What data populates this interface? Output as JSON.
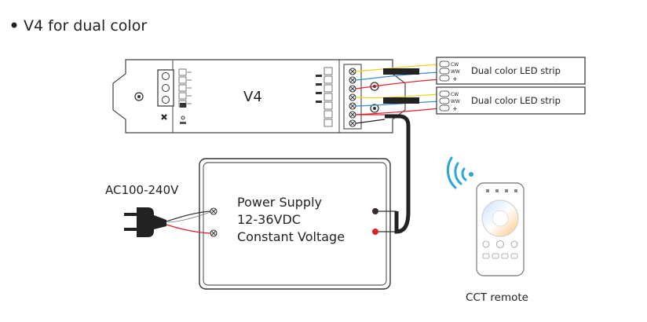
{
  "heading": "V4 for dual color",
  "controller": {
    "label": "V4"
  },
  "strip_1": {
    "label": "Dual color LED strip",
    "pins": [
      "CW",
      "WW",
      "+"
    ]
  },
  "strip_2": {
    "label": "Dual color LED strip",
    "pins": [
      "CW",
      "WW",
      "+"
    ]
  },
  "mains": {
    "label": "AC100-240V"
  },
  "power_supply": {
    "line1": "Power Supply",
    "line2": "12-36VDC",
    "line3": "Constant Voltage"
  },
  "remote": {
    "label": "CCT remote"
  },
  "wire_colors": {
    "red": "#e0202a",
    "black": "#2a2a2a",
    "yellow": "#f0d020",
    "blue": "#3a8ad8"
  }
}
